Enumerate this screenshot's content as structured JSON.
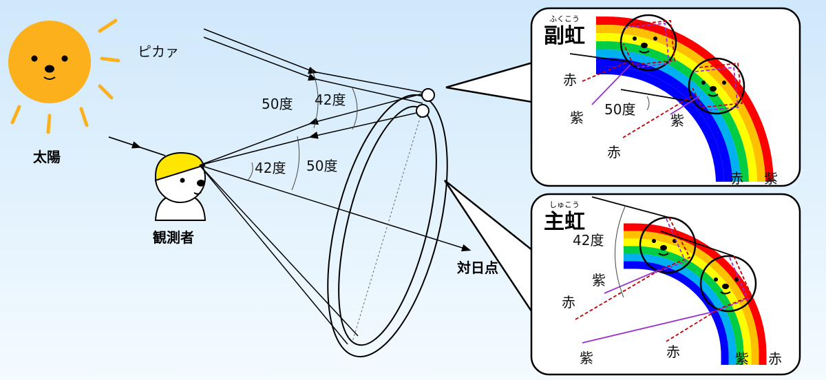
{
  "sun": {
    "label": "太陽",
    "flash": "ピカァ"
  },
  "observer": {
    "label": "観測者"
  },
  "antisolar": {
    "label": "対日点"
  },
  "angles": {
    "upper_outer": "50度",
    "upper_inner": "42度",
    "lower_inner": "42度",
    "lower_outer": "50度"
  },
  "secondary": {
    "title": "副虹",
    "ruby": "ふくこう",
    "red": "赤",
    "violet": "紫",
    "angle": "50度",
    "red2": "赤",
    "violet2": "紫",
    "band_red": "赤",
    "band_violet": "紫"
  },
  "primary": {
    "title": "主虹",
    "ruby": "しゅこう",
    "angle": "42度",
    "violet": "紫",
    "red": "赤",
    "violet_bottom": "紫",
    "red_bottom": "赤",
    "band_violet": "紫",
    "band_red": "赤"
  },
  "colors": {
    "sky_top": "#cfe8fb",
    "sky_bottom": "#f4fbff",
    "sun": "#fbb01c",
    "sun_rays": "#fbb01c",
    "hat": "#ffe600",
    "ray_red": "#c00000",
    "ray_violet": "#9b2ec9"
  }
}
